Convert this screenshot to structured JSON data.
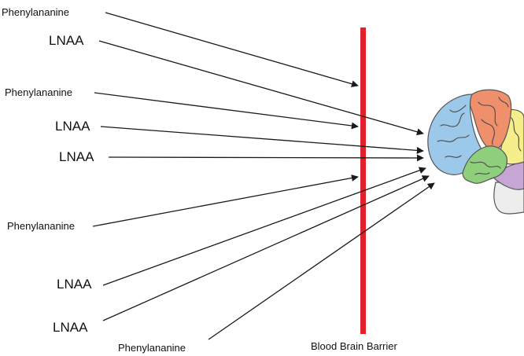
{
  "labels": {
    "phe_1": "Phenylananine",
    "lnaa_1": "LNAA",
    "phe_2": "Phenylananine",
    "lnaa_2": "LNAA",
    "lnaa_3": "LNAA",
    "phe_3": "Phenylananine",
    "lnaa_4": "LNAA",
    "lnaa_5": "LNAA",
    "phe_4": "Phenylananine",
    "barrier": "Blood Brain Barrier"
  },
  "colors": {
    "barrier": "#e3202c",
    "arrow": "#1a1a1a",
    "brain_frontal": "#9cc9ea",
    "brain_parietal": "#ef8f6c",
    "brain_occipital": "#f6ee8a",
    "brain_temporal": "#8fcf7c",
    "brain_cerebellum": "#c7a6d6",
    "brain_stem": "#ededed"
  },
  "icons": {
    "brain": "brain-icon"
  }
}
